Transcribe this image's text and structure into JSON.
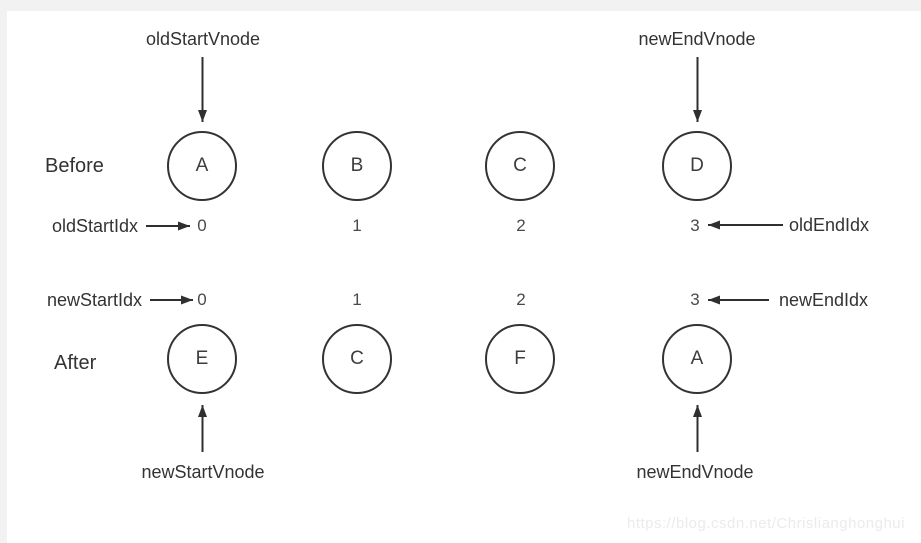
{
  "page": {
    "watermark": "https://blog.csdn.net/Chrislianghonghui",
    "colors": {
      "frame": "#f2f2f2",
      "background": "#ffffff",
      "line": "#2f2f2f",
      "label_text": "#333333",
      "index_text": "#4a4a4a",
      "watermark_text": "#ebebeb"
    }
  },
  "diagram": {
    "before": {
      "row_label": "Before",
      "top_start_pointer_label": "oldStartVnode",
      "top_end_pointer_label": "newEndVnode",
      "start_idx_label": "oldStartIdx",
      "end_idx_label": "oldEndIdx",
      "nodes": [
        "A",
        "B",
        "C",
        "D"
      ],
      "indices": [
        "0",
        "1",
        "2",
        "3"
      ]
    },
    "after": {
      "row_label": "After",
      "bottom_start_pointer_label": "newStartVnode",
      "bottom_end_pointer_label": "newEndVnode",
      "start_idx_label": "newStartIdx",
      "end_idx_label": "newEndIdx",
      "nodes": [
        "E",
        "C",
        "F",
        "A"
      ],
      "indices": [
        "0",
        "1",
        "2",
        "3"
      ]
    }
  }
}
